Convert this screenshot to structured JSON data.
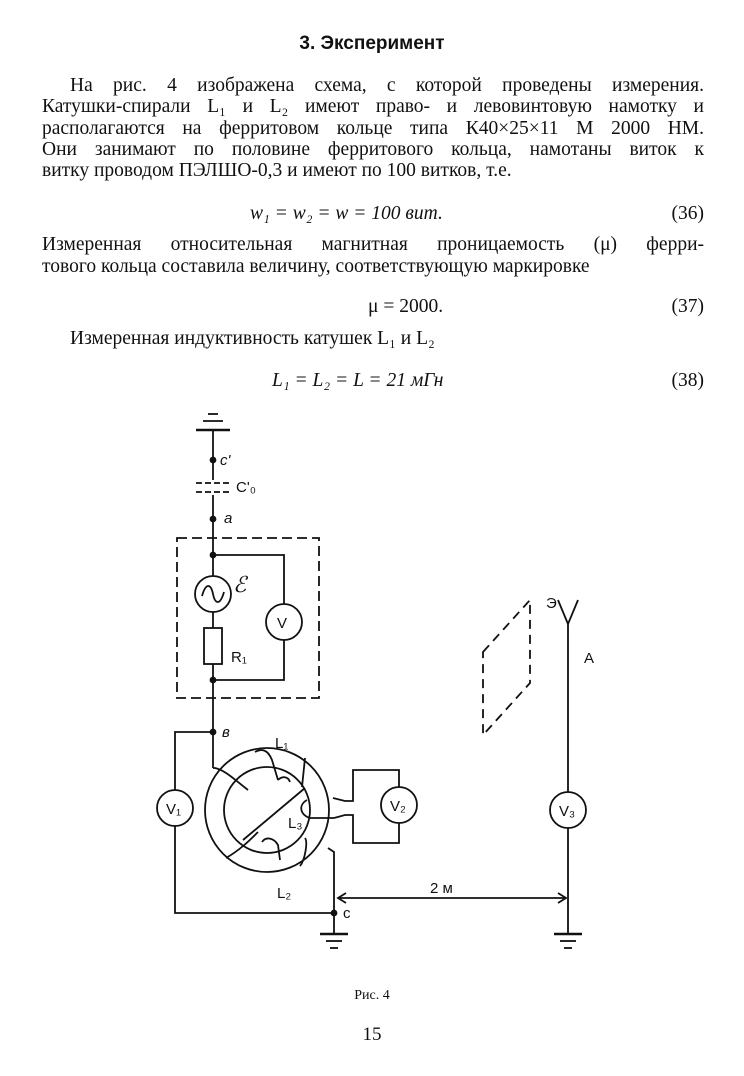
{
  "heading": "3. Эксперимент",
  "paragraph1": [
    "На рис. 4 изображена схема, с которой проведены измерения.",
    "Катушки-спирали L₁ и L₂ имеют право- и левовинтовую намотку и",
    "располагаются на ферритовом кольце типа К40×25×11 М 2000 НМ.",
    "Они занимают по половине ферритового кольца, намотаны виток к",
    "витку проводом ПЭЛШО-0,3 и имеют по 100 витков, т.е."
  ],
  "eq36": {
    "text": "w₁ = w₂ = w = 100 вит.",
    "number": "(36)"
  },
  "paragraph2": [
    "Измеренная относительная магнитная проницаемость (μ) ферри-",
    "тового кольца составила величину, соответствующую маркировке"
  ],
  "eq37": {
    "text": "μ = 2000.",
    "number": "(37)"
  },
  "paragraph3": "Измеренная индуктивность катушек L₁ и L₂",
  "eq38": {
    "text": "L₁ = L₂ = L = 21 мГн",
    "number": "(38)"
  },
  "figure": {
    "labels": {
      "c_prime": "c'",
      "c0": "C'₀",
      "a": "a",
      "emf": "ℰ",
      "v": "V",
      "r1": "R₁",
      "b": "в",
      "l1": "L₁",
      "l2": "L₂",
      "l3": "L₃",
      "v1": "V₁",
      "v2": "V₂",
      "v3": "V₃",
      "c": "c",
      "distance": "2 м",
      "screen": "Э",
      "antenna": "A"
    },
    "caption": "Рис. 4"
  },
  "page_number": "15"
}
